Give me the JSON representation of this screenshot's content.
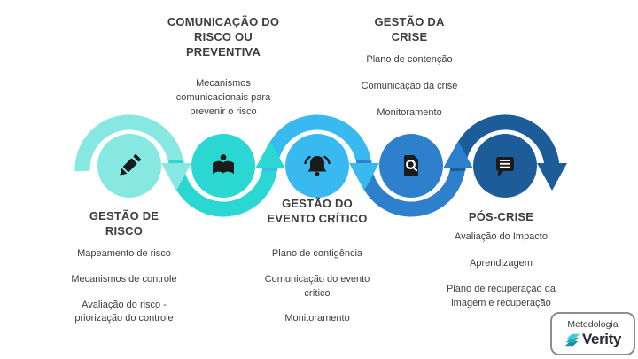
{
  "diagram": {
    "text_color": "#3d3d3d",
    "icon_color": "#1b1b1b",
    "stages": [
      {
        "title_lines": [
          "GESTÃO DE",
          "RISCO"
        ],
        "label_position": "bottom",
        "icon": "pencil-icon",
        "color": "#87E8E1",
        "items": [
          "Mapeamento de risco",
          "Mecanismos de controle",
          "Avaliação do risco - priorização do controle"
        ]
      },
      {
        "title_lines": [
          "COMUNICAÇÃO DO",
          "RISCO OU",
          "PREVENTIVA"
        ],
        "label_position": "top",
        "icon": "reading-book-icon",
        "color": "#2BD7D2",
        "items": [
          "Mecanismos comunicacionais para prevenir o risco"
        ]
      },
      {
        "title_lines": [
          "GESTÃO DO",
          "EVENTO CRÍTICO"
        ],
        "label_position": "bottom",
        "icon": "alarm-bell-icon",
        "color": "#38B9F0",
        "items": [
          "Plano de contigência",
          "Comunicação do evento crítico",
          "Monitoramento"
        ]
      },
      {
        "title_lines": [
          "GESTÃO DA",
          "CRISE"
        ],
        "label_position": "top",
        "icon": "file-search-icon",
        "color": "#2E80CC",
        "items": [
          "Plano de contenção",
          "Comunicação da crise",
          "Monitoramento"
        ]
      },
      {
        "title_lines": [
          "PÓS-CRISE"
        ],
        "label_position": "bottom",
        "icon": "chat-bubble-icon",
        "color": "#1C5C99",
        "items": [
          "Avaliação do Impacto",
          "Aprendizagem",
          "Plano de recuperação da imagem e recuperação"
        ]
      }
    ],
    "badge": {
      "label": "Metodologia",
      "brand": "Verity",
      "brand_color": "#2b2b33",
      "logo_colors": [
        "#45CBD6",
        "#23AEBA",
        "#17929F"
      ]
    }
  }
}
